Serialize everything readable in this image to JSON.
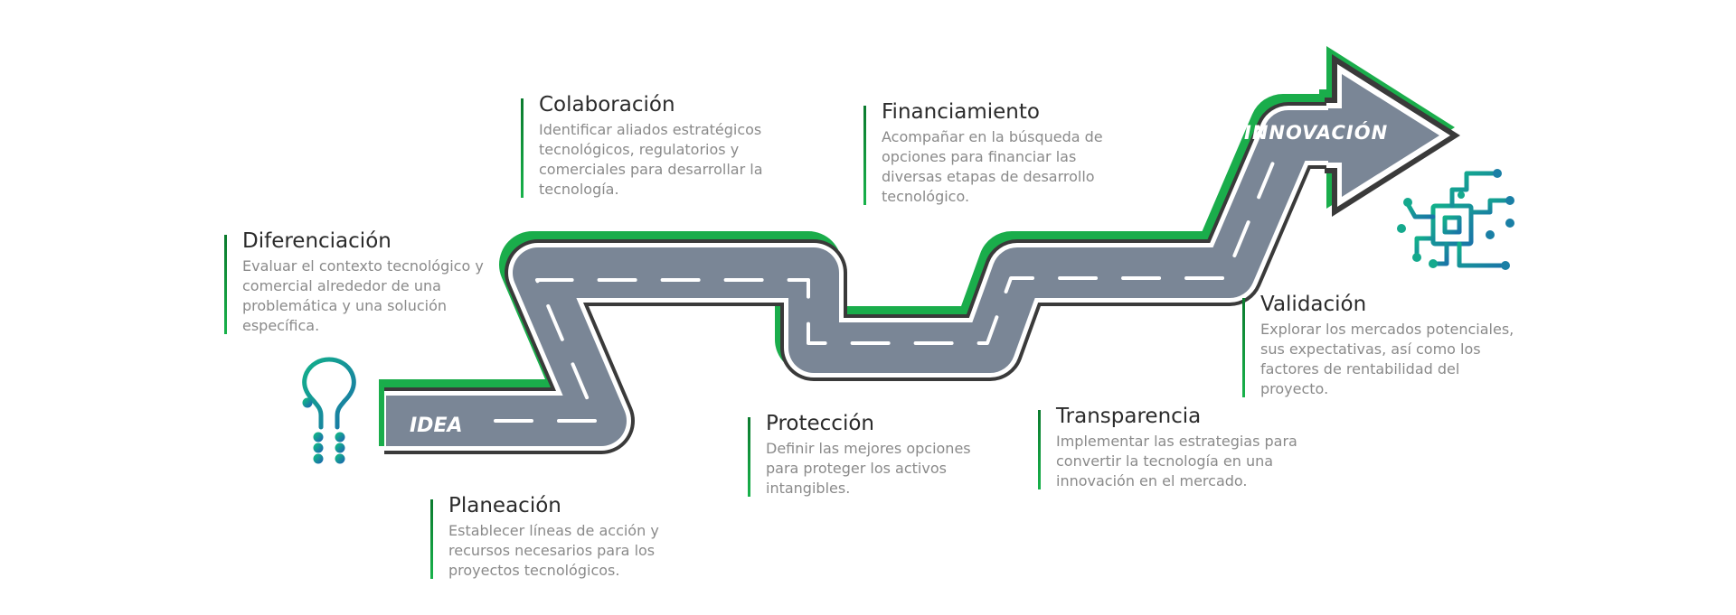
{
  "road": {
    "start_label": "IDEA",
    "end_label": "INNOVACIÓN",
    "colors": {
      "asphalt": "#7a8696",
      "border": "#3a3a3a",
      "shadow": "#1aad4b",
      "lane": "#ffffff"
    }
  },
  "stages": [
    {
      "title": "Diferenciación",
      "description": "Evaluar el contexto tecnológico y comercial alrededor de una problemática y una solución específica."
    },
    {
      "title": "Planeación",
      "description": "Establecer líneas de acción y recursos necesarios para los proyectos tecnológicos."
    },
    {
      "title": "Colaboración",
      "description": "Identificar aliados estratégicos tecnológicos, regulatorios y comerciales para desarrollar la tecnología."
    },
    {
      "title": "Protección",
      "description": "Definir las mejores opciones para proteger los activos intangibles."
    },
    {
      "title": "Financiamiento",
      "description": "Acompañar en la búsqueda de opciones para financiar las diversas etapas de desarrollo tecnológico."
    },
    {
      "title": "Transparencia",
      "description": "Implementar las estrategias para convertir la tecnología en una innovación en el mercado."
    },
    {
      "title": "Validación",
      "description": "Explorar los mercados potenciales, sus expectativas, así como los factores de rentabilidad del proyecto."
    }
  ],
  "icons": {
    "start": "lightbulb-icon",
    "end": "circuit-chip-icon",
    "colors": {
      "teal": "#15a98d",
      "blue": "#1a7fa5"
    }
  }
}
